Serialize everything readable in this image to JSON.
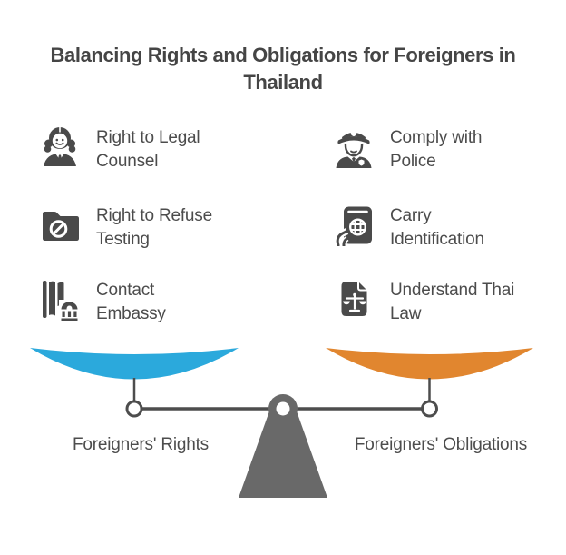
{
  "title": {
    "text": "Balancing Rights and Obligations for Foreigners in Thailand",
    "lines": [
      "Balancing Rights and Obligations for Foreigners in",
      "Thailand"
    ]
  },
  "left_column": {
    "items": [
      {
        "icon": "female-lawyer-icon",
        "label": "Right to Legal Counsel",
        "lines": [
          "Right to Legal",
          "Counsel"
        ]
      },
      {
        "icon": "folder-ban-icon",
        "label": "Right to Refuse Testing",
        "lines": [
          "Right to Refuse",
          "Testing"
        ]
      },
      {
        "icon": "embassy-flag-icon",
        "label": "Contact Embassy",
        "lines": [
          "Contact",
          "Embassy"
        ]
      }
    ]
  },
  "right_column": {
    "items": [
      {
        "icon": "police-officer-icon",
        "label": "Comply with Police",
        "lines": [
          "Comply with",
          "Police"
        ]
      },
      {
        "icon": "passport-hand-icon",
        "label": "Carry Identification",
        "lines": [
          "Carry",
          "Identification"
        ]
      },
      {
        "icon": "law-document-icon",
        "label": "Understand Thai Law",
        "lines": [
          "Understand Thai",
          "Law"
        ]
      }
    ]
  },
  "balance": {
    "left_label": "Foreigners' Rights",
    "right_label": "Foreigners' Obligations",
    "left_pan_color": "#2BA9DC",
    "right_pan_color": "#E1862F",
    "beam_color": "#4D4D4D",
    "fulcrum_color": "#696969"
  },
  "colors": {
    "background": "#FFFFFF",
    "icon": "#4A4A4A",
    "title_text": "#454545",
    "body_text": "#4C4C4C"
  }
}
